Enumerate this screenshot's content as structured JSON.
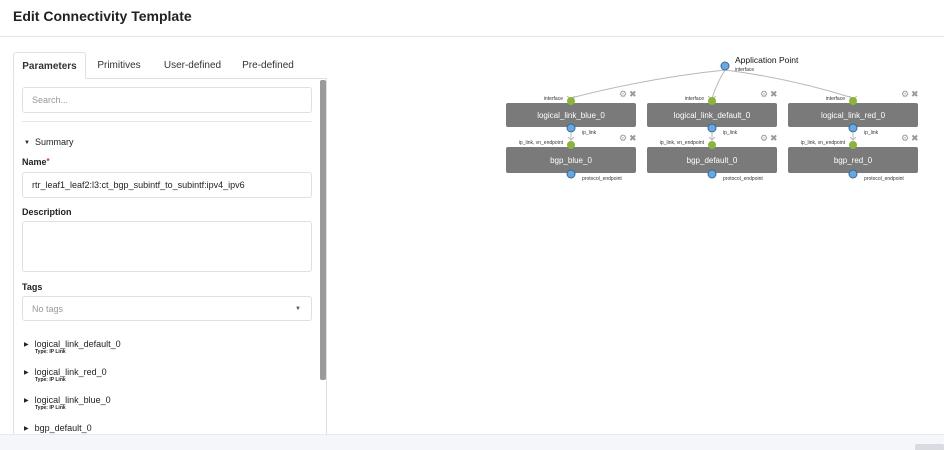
{
  "header": {
    "title": "Edit Connectivity Template"
  },
  "tabs": [
    {
      "label": "Parameters",
      "active": true
    },
    {
      "label": "Primitives"
    },
    {
      "label": "User-defined"
    },
    {
      "label": "Pre-defined"
    }
  ],
  "search": {
    "placeholder": "Search..."
  },
  "summary": {
    "label": "Summary"
  },
  "name": {
    "label": "Name",
    "value": "rtr_leaf1_leaf2:l3:ct_bgp_subintf_to_subintf:ipv4_ipv6"
  },
  "description": {
    "label": "Description",
    "value": ""
  },
  "tags": {
    "label": "Tags",
    "placeholder": "No tags"
  },
  "primitives": [
    {
      "name": "logical_link_default_0",
      "type": "Type: IP Link"
    },
    {
      "name": "logical_link_red_0",
      "type": "Type: IP Link"
    },
    {
      "name": "logical_link_blue_0",
      "type": "Type: IP Link"
    },
    {
      "name": "bgp_default_0"
    }
  ],
  "diagram": {
    "app_point": {
      "label": "Application Point",
      "port": "interface"
    },
    "columns": [
      {
        "link": "logical_link_blue_0",
        "bgp": "bgp_blue_0"
      },
      {
        "link": "logical_link_default_0",
        "bgp": "bgp_default_0"
      },
      {
        "link": "logical_link_red_0",
        "bgp": "bgp_red_0"
      }
    ],
    "ports": {
      "in": "interface",
      "link_out": "ip_link",
      "bgp_in": "ip_link, vn_endpoint",
      "bgp_out": "protocol_endpoint"
    },
    "colors": {
      "box": "#7a7a7a",
      "in_port": "#8bb43c",
      "out_port": "#6fa6d8"
    }
  }
}
